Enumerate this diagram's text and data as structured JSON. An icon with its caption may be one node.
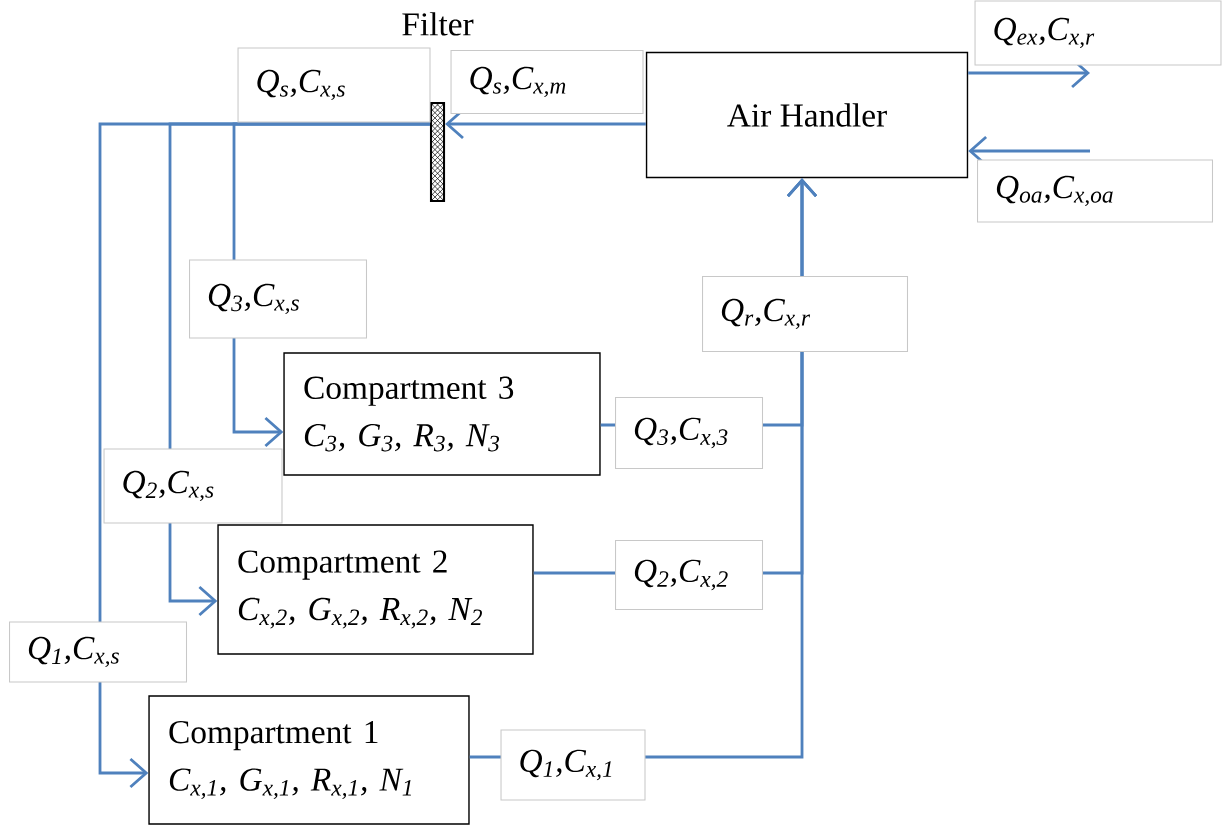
{
  "diagram": {
    "nodes": [
      {
        "text": [
          "Air Handler"
        ]
      },
      {
        "text": [
          "Filter"
        ]
      },
      {
        "text": [
          "Compartment  3",
          "C$_{3}$,  G$_{3}$, R$_{3}$, N$_{3}$"
        ]
      },
      {
        "text": [
          "Compartment  2",
          "C$_{x,2}$,  G$_{x,2}$, R$_{x,2}$, N$_{2}$"
        ]
      },
      {
        "text": [
          "Compartment  1",
          "C$_{x,1}$,  G$_{x,1}$, R$_{x,1}$, N$_{1}$"
        ]
      }
    ],
    "edges": [
      {
        "from": 0,
        "to": 1,
        "arrow": "to",
        "label": "Q$_{s}$,C$_{x,m}$"
      },
      {
        "from": 1,
        "to": 2,
        "arrow": "to",
        "label": "Q$_{3}$,C$_{x,s}$"
      },
      {
        "from": 1,
        "to": 3,
        "arrow": "to",
        "label": "Q$_{2}$,C$_{x,s}$"
      },
      {
        "from": 1,
        "to": 4,
        "arrow": "to",
        "label": "Q$_{1}$,C$_{x,s}$"
      },
      {
        "from": 2,
        "to": 0,
        "arrow": "to",
        "label": "Q$_{3}$,C$_{x,3}$"
      },
      {
        "from": 3,
        "to": 0,
        "arrow": "to",
        "label": "Q$_{2}$,C$_{x,2}$"
      },
      {
        "from": 4,
        "to": 0,
        "arrow": "to",
        "label": "Q$_{1}$,C$_{x,1}$"
      },
      {
        "from": 0,
        "to": null,
        "arrow": "to",
        "label": "Q$_{ex}$,C$_{x,r}$"
      },
      {
        "from": null,
        "to": 0,
        "arrow": "to",
        "label": "Q$_{oa}$,C$_{x,oa}$"
      }
    ],
    "labels": [
      "Q$_{s}$,C$_{x,s}$",
      "Q$_{r}$,C$_{x,r}$"
    ]
  }
}
